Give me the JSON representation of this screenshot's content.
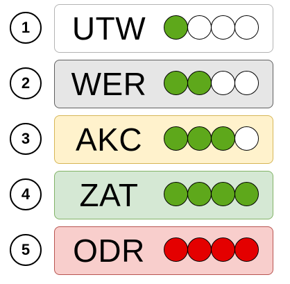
{
  "scale_max": 4,
  "colors": {
    "filled_green": "#5ea81b",
    "filled_red": "#e40000",
    "empty": "#ffffff"
  },
  "items": [
    {
      "number": "1",
      "code": "UTW",
      "level": 1,
      "fill_color": "#5ea81b",
      "card_bg": "#ffffff",
      "card_border": "#b3b3b3"
    },
    {
      "number": "2",
      "code": "WER",
      "level": 2,
      "fill_color": "#5ea81b",
      "card_bg": "#e6e6e6",
      "card_border": "#5f5f5f"
    },
    {
      "number": "3",
      "code": "AKC",
      "level": 3,
      "fill_color": "#5ea81b",
      "card_bg": "#fff2cc",
      "card_border": "#d6b656"
    },
    {
      "number": "4",
      "code": "ZAT",
      "level": 4,
      "fill_color": "#5ea81b",
      "card_bg": "#d5e8d4",
      "card_border": "#82b366"
    },
    {
      "number": "5",
      "code": "ODR",
      "level": 4,
      "fill_color": "#e40000",
      "card_bg": "#f8cecc",
      "card_border": "#b85450"
    }
  ]
}
